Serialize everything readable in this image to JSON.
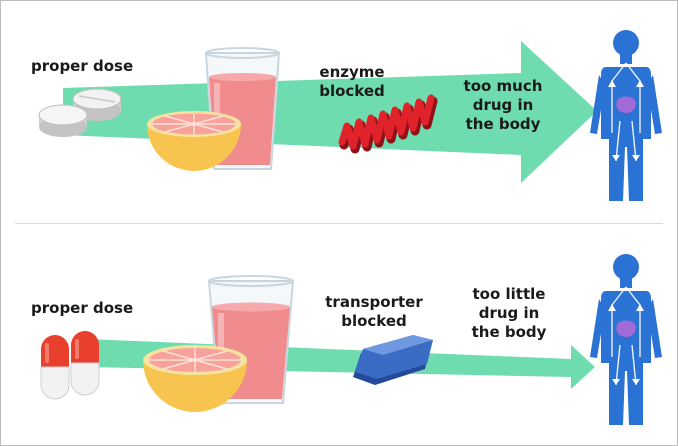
{
  "top_panel": {
    "dose_label": "proper dose",
    "blocked_label_1": "enzyme",
    "blocked_label_2": "blocked",
    "effect_line_1": "too much",
    "effect_line_2": "drug in",
    "effect_line_3": "the body"
  },
  "bottom_panel": {
    "dose_label": "proper dose",
    "blocked_label_1": "transporter",
    "blocked_label_2": "blocked",
    "effect_line_1": "too little",
    "effect_line_2": "drug in",
    "effect_line_3": "the body"
  },
  "colors": {
    "arrow": "#6fdcb0",
    "body": "#2a72d4",
    "juice": "#f08c8e",
    "grapefruit_flesh": "#f7a39c",
    "grapefruit_rind": "#f7c54f",
    "enzyme": "#e0232a",
    "transporter": "#3a6cc4",
    "capsule_red": "#e8402c"
  }
}
